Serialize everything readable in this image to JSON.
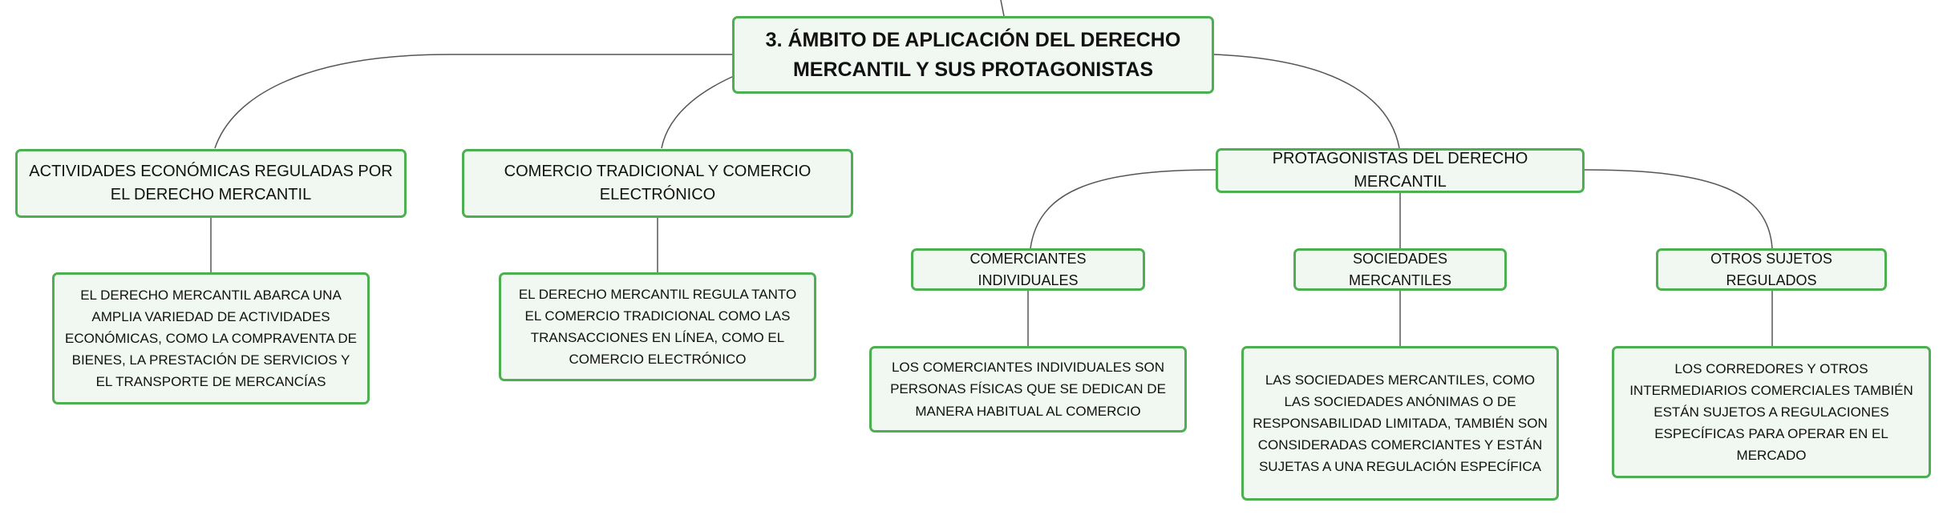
{
  "colors": {
    "border": "#4caf50",
    "fill": "#f1f8f2",
    "line": "#555555"
  },
  "root": {
    "title": "3. ÁMBITO DE APLICACIÓN DEL DERECHO MERCANTIL Y SUS PROTAGONISTAS"
  },
  "branches": {
    "actividades": {
      "title": "ACTIVIDADES ECONÓMICAS REGULADAS POR EL DERECHO MERCANTIL",
      "detail": "EL DERECHO MERCANTIL ABARCA UNA AMPLIA VARIEDAD DE ACTIVIDADES ECONÓMICAS, COMO LA COMPRAVENTA DE BIENES, LA PRESTACIÓN DE SERVICIOS Y EL TRANSPORTE DE MERCANCÍAS"
    },
    "comercio": {
      "title": "COMERCIO TRADICIONAL Y COMERCIO ELECTRÓNICO",
      "detail": "EL DERECHO MERCANTIL REGULA TANTO EL COMERCIO TRADICIONAL COMO LAS TRANSACCIONES EN LÍNEA, COMO EL COMERCIO ELECTRÓNICO"
    },
    "protagonistas": {
      "title": "PROTAGONISTAS DEL DERECHO MERCANTIL",
      "children": {
        "individuales": {
          "title": "COMERCIANTES INDIVIDUALES",
          "detail": "LOS COMERCIANTES INDIVIDUALES SON PERSONAS FÍSICAS QUE SE DEDICAN DE MANERA HABITUAL AL COMERCIO"
        },
        "sociedades": {
          "title": "SOCIEDADES MERCANTILES",
          "detail": "LAS SOCIEDADES MERCANTILES, COMO LAS SOCIEDADES ANÓNIMAS O DE RESPONSABILIDAD LIMITADA, TAMBIÉN SON CONSIDERADAS COMERCIANTES Y ESTÁN SUJETAS A UNA REGULACIÓN ESPECÍFICA"
        },
        "otros": {
          "title": "OTROS SUJETOS REGULADOS",
          "detail": "LOS CORREDORES Y OTROS INTERMEDIARIOS COMERCIALES TAMBIÉN ESTÁN SUJETOS A REGULACIONES ESPECÍFICAS PARA OPERAR EN EL MERCADO"
        }
      }
    }
  }
}
